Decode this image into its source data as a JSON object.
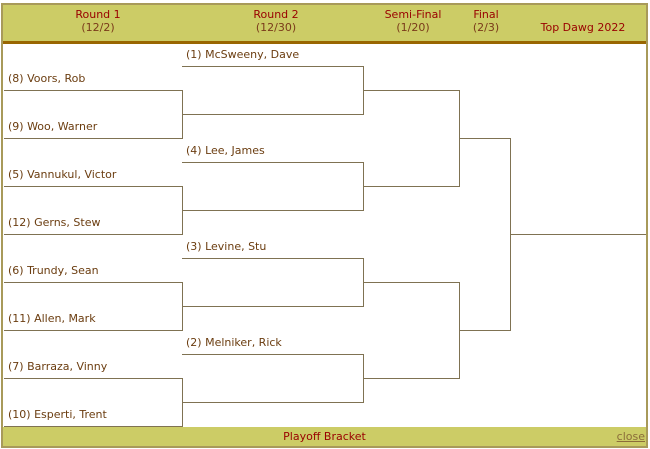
{
  "header": {
    "columns": [
      {
        "title": "Round 1",
        "date": "(12/2)"
      },
      {
        "title": "Round 2",
        "date": "(12/30)"
      },
      {
        "title": "Semi-Final",
        "date": "(1/20)"
      },
      {
        "title": "Final",
        "date": "(2/3)"
      },
      {
        "title": "",
        "date": "Top Dawg 2022"
      }
    ]
  },
  "round1": [
    "(8) Voors, Rob",
    "(9) Woo, Warner",
    "(5) Vannukul, Victor",
    "(12) Gerns, Stew",
    "(6) Trundy, Sean",
    "(11) Allen, Mark",
    "(7) Barraza, Vinny",
    "(10) Esperti, Trent"
  ],
  "round2_seeds": [
    "(1) McSweeny, Dave",
    "(4) Lee, James",
    "(3) Levine, Stu",
    "(2) Melniker, Rick"
  ],
  "footer": {
    "title": "Playoff Bracket",
    "close": "close"
  },
  "colors": {
    "header_bg": "#cccc66",
    "header_text": "#990000",
    "line": "#7f7252"
  }
}
